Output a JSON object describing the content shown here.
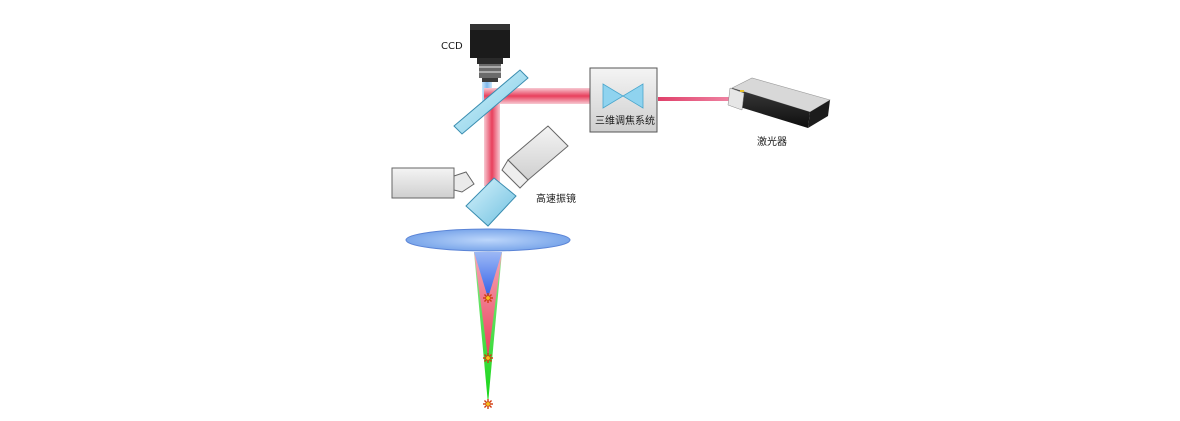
{
  "labels": {
    "ccd": "CCD",
    "focus_system": "三维调焦系统",
    "laser": "激光器",
    "galvo": "高速振镜"
  },
  "colors": {
    "red_beam": "#ef4b63",
    "blue_beam": "#3d6cf2",
    "green_beam": "#22dd22",
    "glass": "#a9e1f2",
    "lens": "#8fb6f0",
    "housing": "#e3e3e3"
  },
  "focal_points": [
    {
      "name": "focus-point-blue"
    },
    {
      "name": "focus-point-red"
    },
    {
      "name": "focus-point-green"
    }
  ]
}
